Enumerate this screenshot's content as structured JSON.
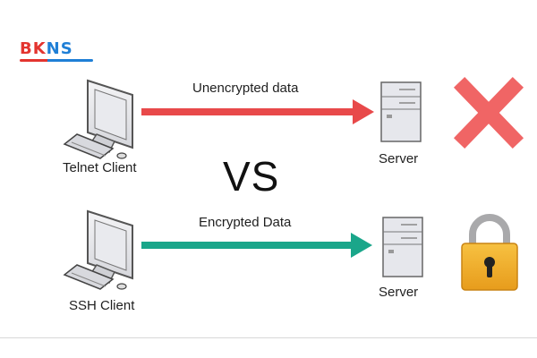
{
  "logo": {
    "part1": "BK",
    "part2": "NS"
  },
  "top_flow": {
    "client_label": "Telnet Client",
    "arrow_label": "Unencrypted data",
    "server_label": "Server",
    "arrow_color": "#e8494a",
    "status_icon": "x-mark-icon",
    "status_color": "#f06565"
  },
  "divider": {
    "text": "VS"
  },
  "bottom_flow": {
    "client_label": "SSH Client",
    "arrow_label": "Encrypted Data",
    "server_label": "Server",
    "arrow_color": "#1aa68a",
    "status_icon": "padlock-icon",
    "status_color": "#f2b02e"
  }
}
